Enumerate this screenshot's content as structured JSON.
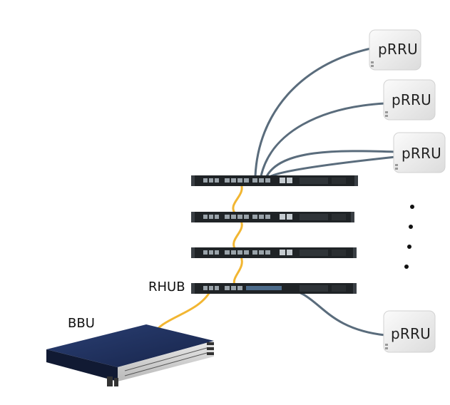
{
  "labels": {
    "prru": "pRRU",
    "rhub": "RHUB",
    "bbu": "BBU"
  },
  "colors": {
    "fiber": "#f2b632",
    "cable": "#5a6c7c",
    "switch_body": "#1f2326",
    "bbu_body": "#1c2d55"
  }
}
